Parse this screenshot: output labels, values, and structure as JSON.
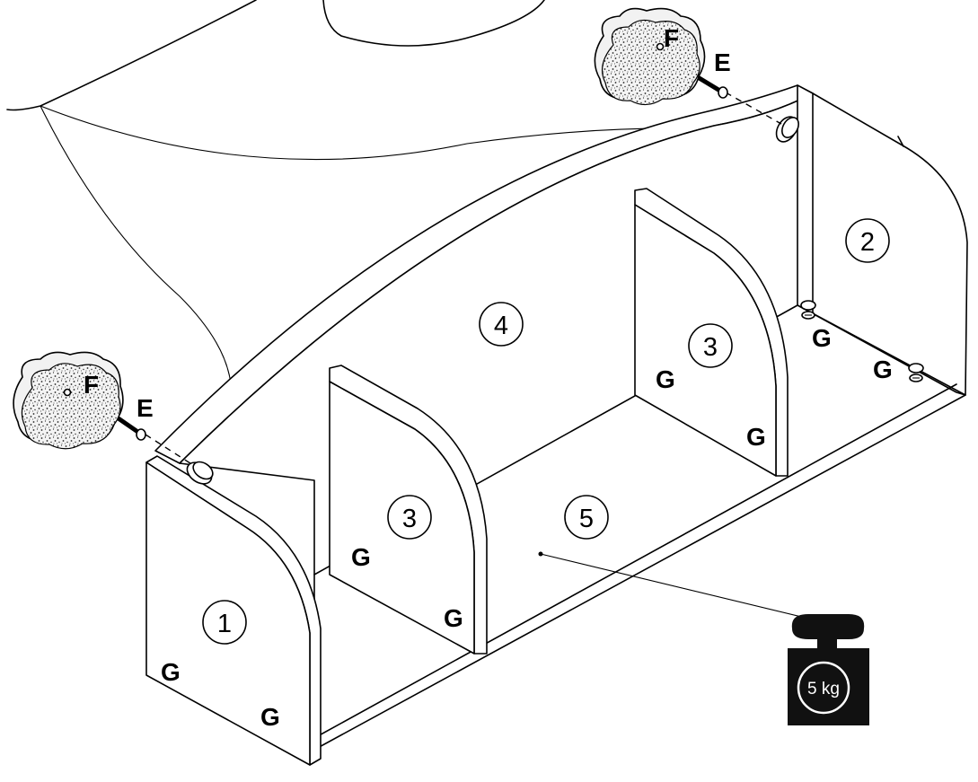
{
  "part_numbers": {
    "left_side": "1",
    "right_side": "2",
    "divider_left": "3",
    "divider_right": "3",
    "back_panel": "4",
    "bottom_panel": "5"
  },
  "fitting_labels": {
    "g": "G",
    "e_left": "E",
    "e_right": "E",
    "f_left": "F",
    "f_right": "F"
  },
  "load": {
    "weight_text": "5 kg"
  },
  "colors": {
    "line": "#000000",
    "fill": "#ffffff",
    "weight_fill": "#111111",
    "sponge_dots": "#222222"
  },
  "icons": [
    "weight-icon",
    "wall-plug-icon",
    "screw-icon",
    "cam-lock-icon",
    "sponge-icon"
  ]
}
